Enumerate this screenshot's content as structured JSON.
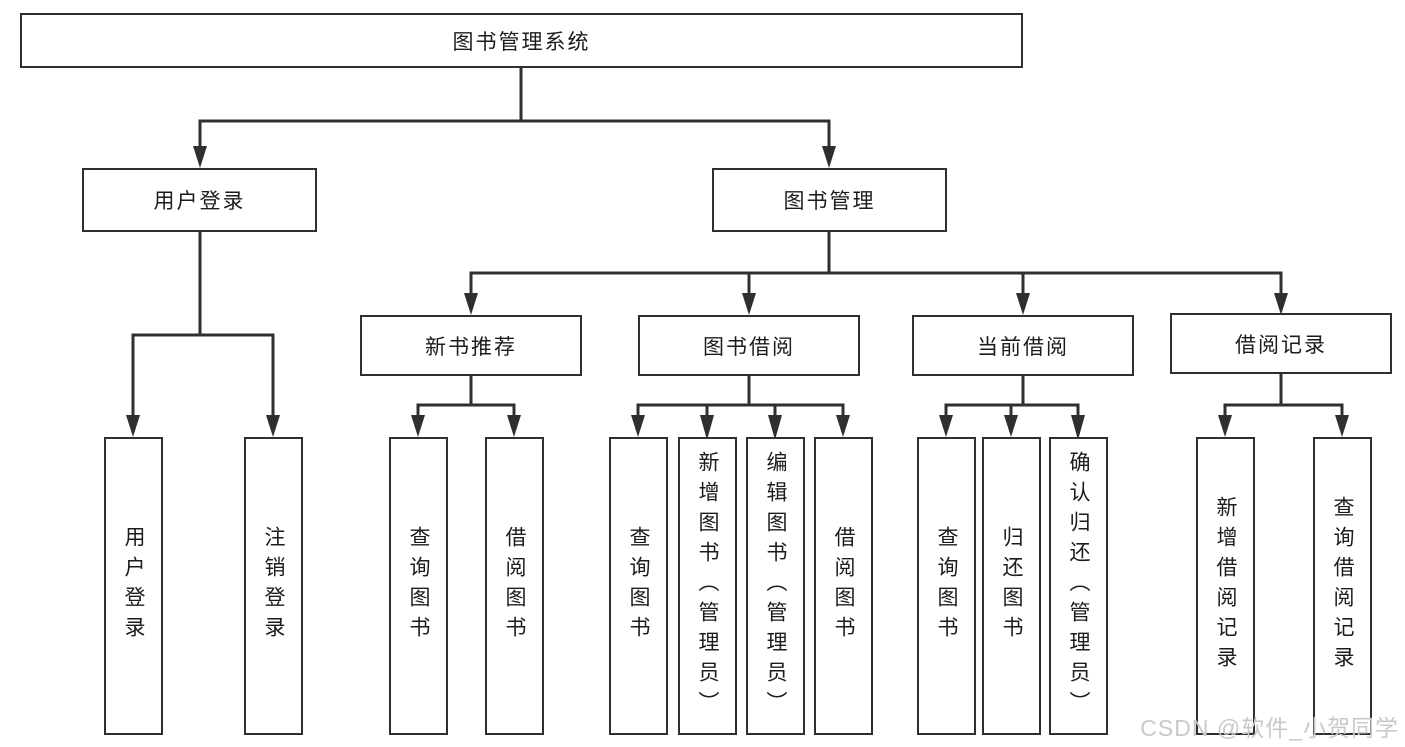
{
  "colors": {
    "line": "#2f2f2f",
    "text": "#1c1c1c",
    "box-bg": "#ffffff",
    "watermark": "#c9c9c9",
    "background": "#ffffff"
  },
  "watermark": {
    "text": "CSDN @软件_小贺同学"
  },
  "tree": {
    "root": {
      "label": "图书管理系统"
    },
    "branches": [
      {
        "label": "用户登录",
        "children": [
          {
            "label": "用户登录"
          },
          {
            "label": "注销登录"
          }
        ]
      },
      {
        "label": "图书管理",
        "children": [
          {
            "label": "新书推荐",
            "children": [
              {
                "label": "查询图书"
              },
              {
                "label": "借阅图书"
              }
            ]
          },
          {
            "label": "图书借阅",
            "children": [
              {
                "label": "查询图书"
              },
              {
                "label": "新增图书（管理员）"
              },
              {
                "label": "编辑图书（管理员）"
              },
              {
                "label": "借阅图书"
              }
            ]
          },
          {
            "label": "当前借阅",
            "children": [
              {
                "label": "查询图书"
              },
              {
                "label": "归还图书"
              },
              {
                "label": "确认归还（管理员）"
              }
            ]
          },
          {
            "label": "借阅记录",
            "children": [
              {
                "label": "新增借阅记录"
              },
              {
                "label": "查询借阅记录"
              }
            ]
          }
        ]
      }
    ]
  }
}
